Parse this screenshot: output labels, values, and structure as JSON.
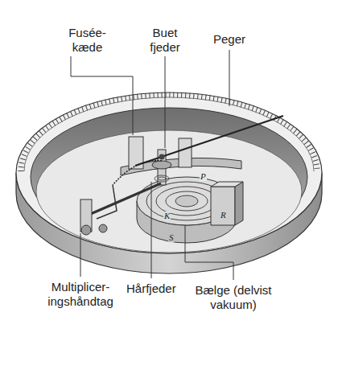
{
  "diagram": {
    "labels": [
      "Fusée- kæde",
      "Buet fjeder",
      "Peger",
      "Multiplicer- ingshåndtag",
      "Hårfjeder",
      "Bælge (delvist vakuum)",
      "P",
      "K",
      "R",
      "S"
    ]
  }
}
